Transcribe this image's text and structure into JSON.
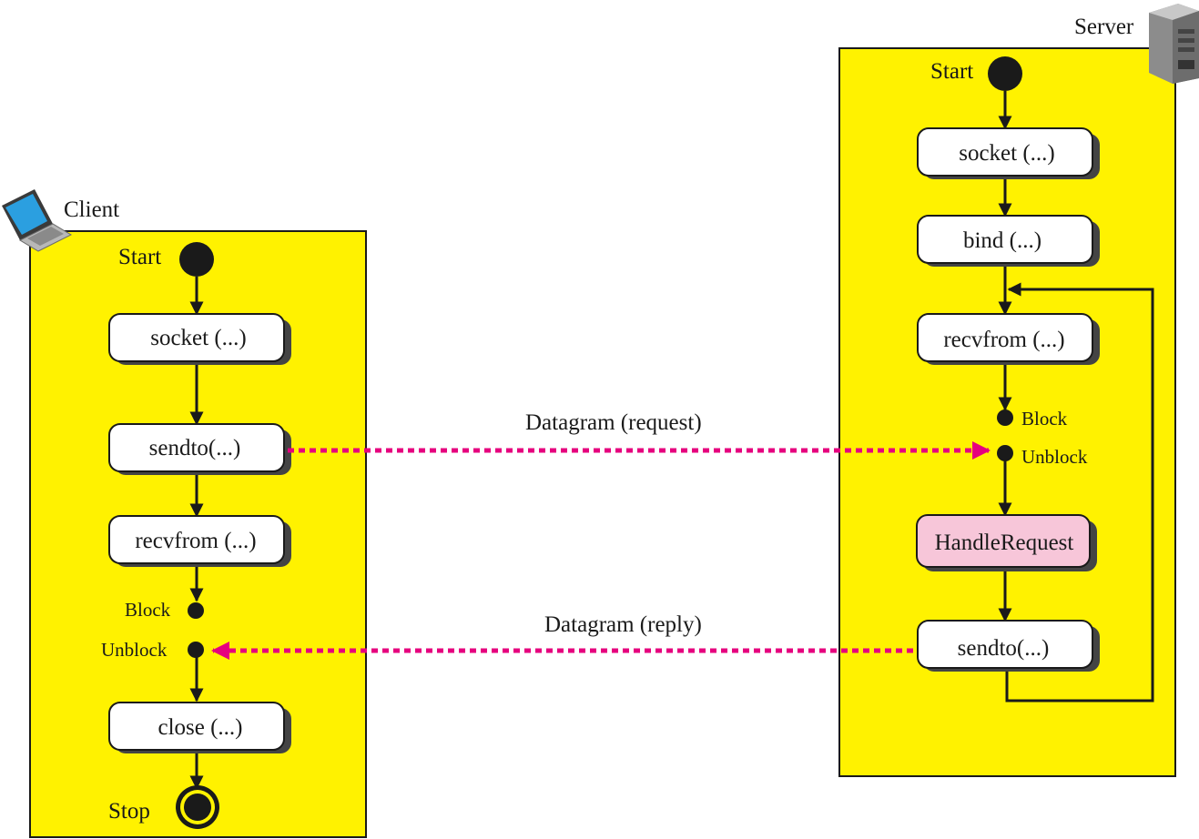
{
  "client": {
    "title": "Client",
    "start": "Start",
    "socket": "socket (...)",
    "sendto": "sendto(...)",
    "recvfrom": "recvfrom (...)",
    "block": "Block",
    "unblock": "Unblock",
    "close": "close (...)",
    "stop": "Stop"
  },
  "server": {
    "title": "Server",
    "start": "Start",
    "socket": "socket (...)",
    "bind": "bind (...)",
    "recvfrom": "recvfrom (...)",
    "block": "Block",
    "unblock": "Unblock",
    "handle": "HandleRequest",
    "sendto": "sendto(...)"
  },
  "messages": {
    "request": "Datagram (request)",
    "reply": "Datagram (reply)"
  },
  "colors": {
    "swimlane": "#fff200",
    "arrow": "#e6007e",
    "node": "#1a1a1a",
    "handle_fill": "#f7c6d9"
  }
}
